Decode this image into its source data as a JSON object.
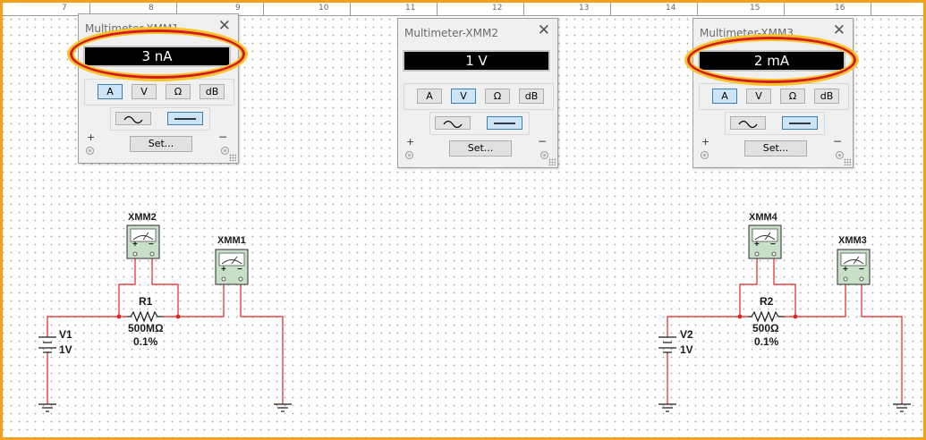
{
  "ruler": {
    "labels": [
      "7",
      "8",
      "9",
      "10",
      "11",
      "12",
      "13",
      "14",
      "15",
      "16"
    ]
  },
  "multimeters": [
    {
      "title": "Multimeter-XMM1",
      "display": "3 nA",
      "selected_mode": "A",
      "selected_wave": "dc",
      "set_label": "Set...",
      "plus": "+",
      "minus": "−"
    },
    {
      "title": "Multimeter-XMM2",
      "display": "1 V",
      "selected_mode": "V",
      "selected_wave": "dc",
      "set_label": "Set...",
      "plus": "+",
      "minus": "−"
    },
    {
      "title": "Multimeter-XMM3",
      "display": "2 mA",
      "selected_mode": "A",
      "selected_wave": "dc",
      "set_label": "Set...",
      "plus": "+",
      "minus": "−"
    }
  ],
  "mode_buttons": [
    "A",
    "V",
    "Ω",
    "dB"
  ],
  "circuit_left": {
    "source": {
      "name": "V1",
      "value": "1V"
    },
    "resistor": {
      "name": "R1",
      "value": "500MΩ",
      "tolerance": "0.1%"
    },
    "meters": [
      "XMM2",
      "XMM1"
    ]
  },
  "circuit_right": {
    "source": {
      "name": "V2",
      "value": "1V"
    },
    "resistor": {
      "name": "R2",
      "value": "500Ω",
      "tolerance": "0.1%"
    },
    "meters": [
      "XMM4",
      "XMM3"
    ]
  },
  "terminal_labels": {
    "plus": "+",
    "minus": "−"
  },
  "colors": {
    "wire": "#e32222",
    "frame": "#f2a11a",
    "highlight": "#d41c1c",
    "highlight_glow": "#f6c428",
    "selected_button": "#cce4f7",
    "instrument_body": "#c8e0c8"
  }
}
